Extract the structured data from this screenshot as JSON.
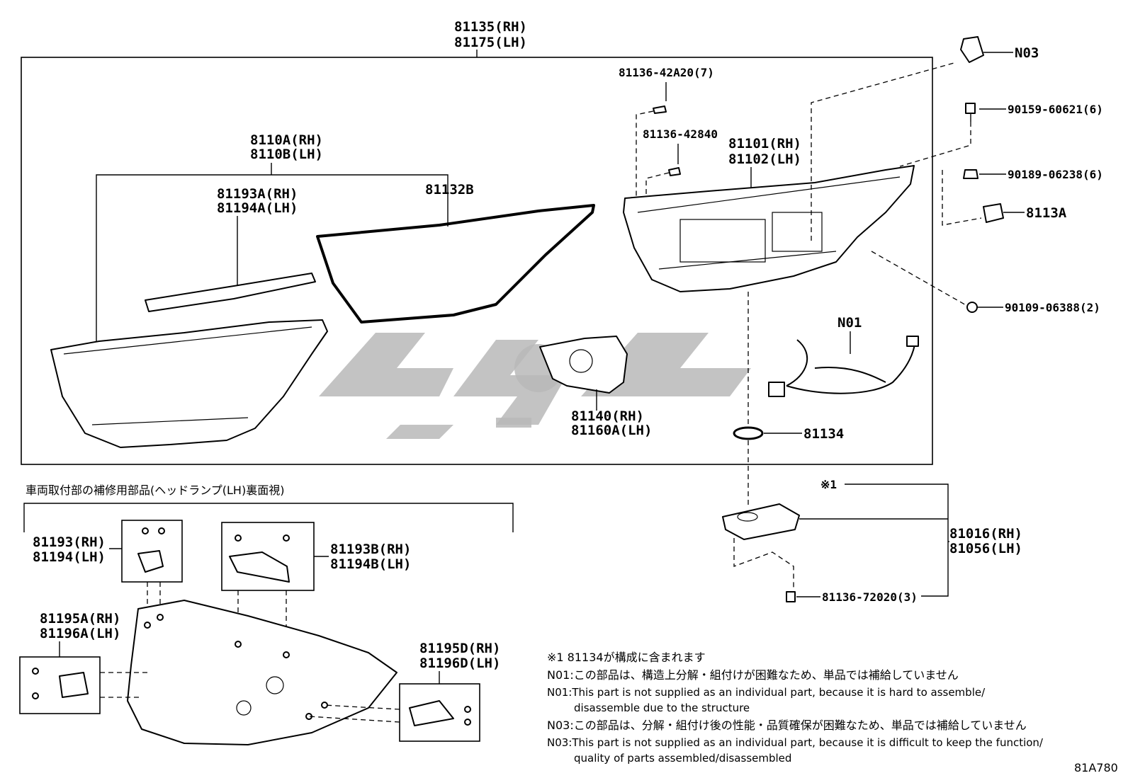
{
  "labels": {
    "assembly_rh": "81135(RH)",
    "assembly_lh": "81175(LH)",
    "lens_rh": "8110A(RH)",
    "lens_lh": "8110B(LH)",
    "trim_rh": "81193A(RH)",
    "trim_lh": "81194A(LH)",
    "gasket": "81132B",
    "screw_7": "81136-42A20(7)",
    "screw_1": "81136-42840",
    "housing_rh": "81101(RH)",
    "housing_lh": "81102(LH)",
    "n03": "N03",
    "bolt_6": "90159-60621(6)",
    "clip_6": "90189-06238(6)",
    "part_8113a": "8113A",
    "nut_2": "90109-06388(2)",
    "n01": "N01",
    "projector_rh": "81140(RH)",
    "projector_lh": "81160A(LH)",
    "ring": "81134",
    "ref_mark": "※1",
    "ecu_rh": "81016(RH)",
    "ecu_lh": "81056(LH)",
    "screw_3": "81136-72020(3)",
    "repair_title": "車両取付部の補修用部品(ヘッドランプ(LH)裏面視)",
    "bracket_rh": "81193(RH)",
    "bracket_lh": "81194(LH)",
    "bracket_b_rh": "81193B(RH)",
    "bracket_b_lh": "81194B(LH)",
    "bracket_a_rh": "81195A(RH)",
    "bracket_a_lh": "81196A(LH)",
    "bracket_d_rh": "81195D(RH)",
    "bracket_d_lh": "81196D(LH)",
    "diagram_code": "81A780"
  },
  "notes": [
    "※1 81134が構成に含まれます",
    "N01:この部品は、構造上分解・組付けが困難なため、単品では補給していません",
    "N01:This part is not supplied as an individual part, because it is hard to assemble/",
    "disassemble due to the structure",
    "N03:この部品は、分解・組付け後の性能・品質確保が困難なため、単品では補給していません",
    "N03:This part is not supplied as an individual part, because it is difficult to keep the function/",
    "quality of parts assembled/disassembled"
  ]
}
